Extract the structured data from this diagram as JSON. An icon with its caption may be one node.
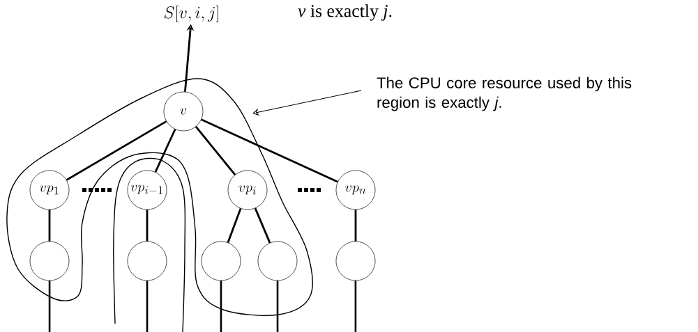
{
  "diagram": {
    "nodes": [
      {
        "text": [
          "S[v, i, j]"
        ]
      },
      {
        "text": [
          "v"
        ]
      },
      {
        "text": [
          "vp_1"
        ]
      },
      {
        "text": [
          "vp_{i-1}"
        ]
      },
      {
        "text": [
          "vp_i"
        ]
      },
      {
        "text": [
          "vp_n"
        ]
      },
      {
        "text": [],
        "shape": "circle"
      },
      {
        "text": [],
        "shape": "circle"
      },
      {
        "text": [],
        "shape": "circle"
      },
      {
        "text": [],
        "shape": "circle"
      },
      {
        "text": [],
        "shape": "circle"
      },
      {
        "text": [
          "The CPU core resource used by this region is exactly *j*."
        ]
      }
    ],
    "edges": [
      {
        "from": 1,
        "to": 0,
        "arrow": "to"
      },
      {
        "from": 1,
        "to": 2,
        "arrow": "none"
      },
      {
        "from": 1,
        "to": 3,
        "arrow": "none"
      },
      {
        "from": 1,
        "to": 4,
        "arrow": "none"
      },
      {
        "from": 1,
        "to": 5,
        "arrow": "none"
      },
      {
        "from": 2,
        "to": 6,
        "arrow": "none"
      },
      {
        "from": 3,
        "to": 7,
        "arrow": "none"
      },
      {
        "from": 4,
        "to": 8,
        "arrow": "none"
      },
      {
        "from": 4,
        "to": 9,
        "arrow": "none"
      },
      {
        "from": 5,
        "to": 10,
        "arrow": "none"
      },
      {
        "from": 6,
        "to": null,
        "arrow": "none"
      },
      {
        "from": 7,
        "to": null,
        "arrow": "none"
      },
      {
        "from": 8,
        "to": null,
        "arrow": "none"
      },
      {
        "from": 9,
        "to": null,
        "arrow": "none"
      },
      {
        "from": 10,
        "to": null,
        "arrow": "none"
      },
      {
        "from": 11,
        "to": null,
        "arrow": "to"
      }
    ],
    "labels": [
      "*v* is exactly *j*."
    ]
  }
}
